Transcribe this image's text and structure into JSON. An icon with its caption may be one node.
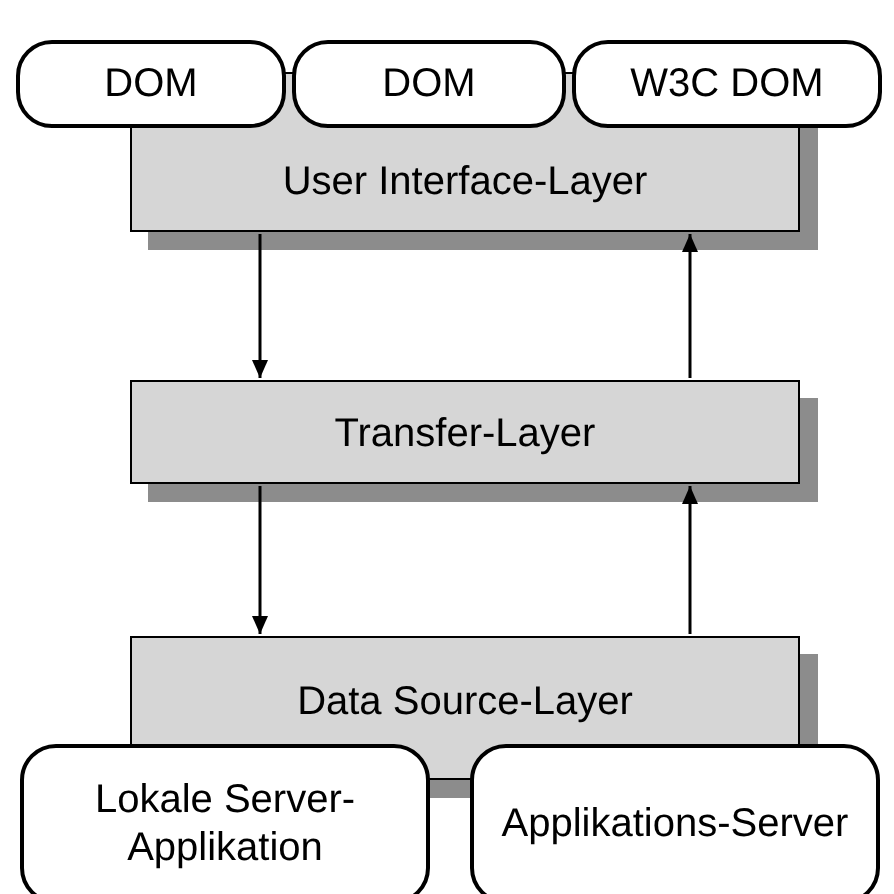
{
  "diagram": {
    "nodes": [
      {
        "text": [
          "DOM"
        ]
      },
      {
        "text": [
          "DOM"
        ]
      },
      {
        "text": [
          "W3C DOM"
        ]
      },
      {
        "text": [
          "User Interface-Layer"
        ]
      },
      {
        "text": [
          "Transfer-Layer"
        ]
      },
      {
        "text": [
          "Data Source-Layer"
        ]
      },
      {
        "text": [
          "Lokale Server-Applikation"
        ]
      },
      {
        "text": [
          "Applikations-Server"
        ]
      }
    ],
    "edges": [
      {
        "from": 3,
        "to": 4,
        "arrow": "to"
      },
      {
        "from": 4,
        "to": 3,
        "arrow": "to"
      },
      {
        "from": 4,
        "to": 5,
        "arrow": "to"
      },
      {
        "from": 5,
        "to": 4,
        "arrow": "to"
      }
    ]
  }
}
